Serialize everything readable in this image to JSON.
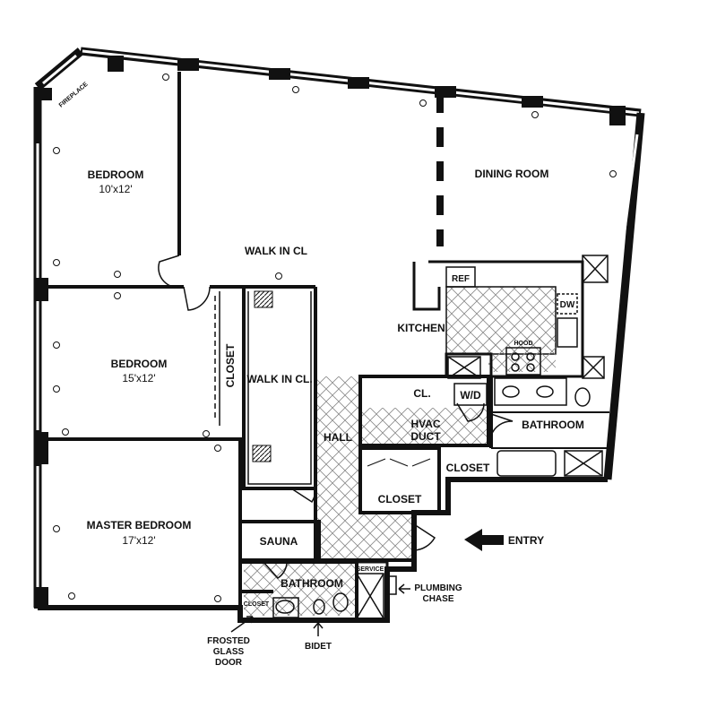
{
  "rooms": {
    "bedroom1": {
      "name": "BEDROOM",
      "size": "10'x12'"
    },
    "bedroom2": {
      "name": "BEDROOM",
      "size": "15'x12'"
    },
    "master": {
      "name": "MASTER BEDROOM",
      "size": "17'x12'"
    },
    "dining": {
      "name": "DINING ROOM"
    },
    "walk_in_cl": {
      "name": "WALK IN CL"
    },
    "walk_in_cl2": {
      "name": "WALK IN CL."
    },
    "closet_vertical": {
      "name": "CLOSET"
    },
    "kitchen": {
      "name": "KITCHEN"
    },
    "hall": {
      "name": "HALL"
    },
    "sauna": {
      "name": "SAUNA"
    },
    "bathroom_master": {
      "name": "BATHROOM"
    },
    "bathroom_main": {
      "name": "BATHROOM"
    },
    "hvac": {
      "line1": "HVAC",
      "line2": "DUCT"
    },
    "closet_small": {
      "name": "CLOSET"
    },
    "closet_right": {
      "name": "CLOSET"
    },
    "closet_cl": {
      "name": "CL."
    },
    "closet_tiny": {
      "name": "CLOSET"
    }
  },
  "fixtures": {
    "ref": "REF",
    "dw": "DW",
    "hood": "HOOD",
    "wd": "W/D",
    "service": "SERVICE",
    "fireplace": "FIREPLACE"
  },
  "callouts": {
    "entry": "ENTRY",
    "plumbing_line1": "PLUMBING",
    "plumbing_line2": "CHASE",
    "frosted_line1": "FROSTED",
    "frosted_line2": "GLASS",
    "frosted_line3": "DOOR",
    "bidet": "BIDET"
  },
  "colors": {
    "wall": "#111111",
    "hatch": "#8a8a8a"
  }
}
